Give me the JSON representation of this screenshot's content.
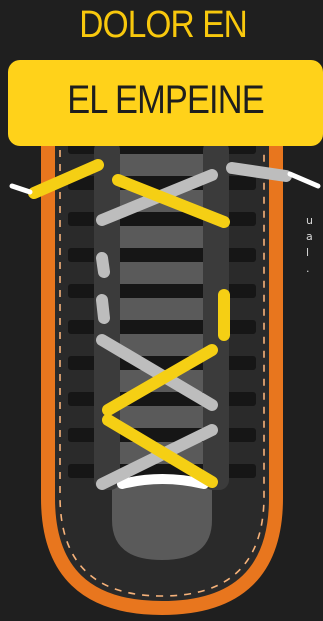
{
  "title": {
    "line1": "DOLOR EN",
    "line2": "EL EMPEINE"
  },
  "side_text": {
    "lines": [
      "u",
      "a",
      "l",
      "."
    ]
  },
  "colors": {
    "background": "#1f1f1f",
    "accent_yellow": "#ffd21a",
    "shoe_outline": "#e8761e",
    "lace_yellow": "#f5cf14",
    "lace_gray": "#bdbdbd"
  }
}
